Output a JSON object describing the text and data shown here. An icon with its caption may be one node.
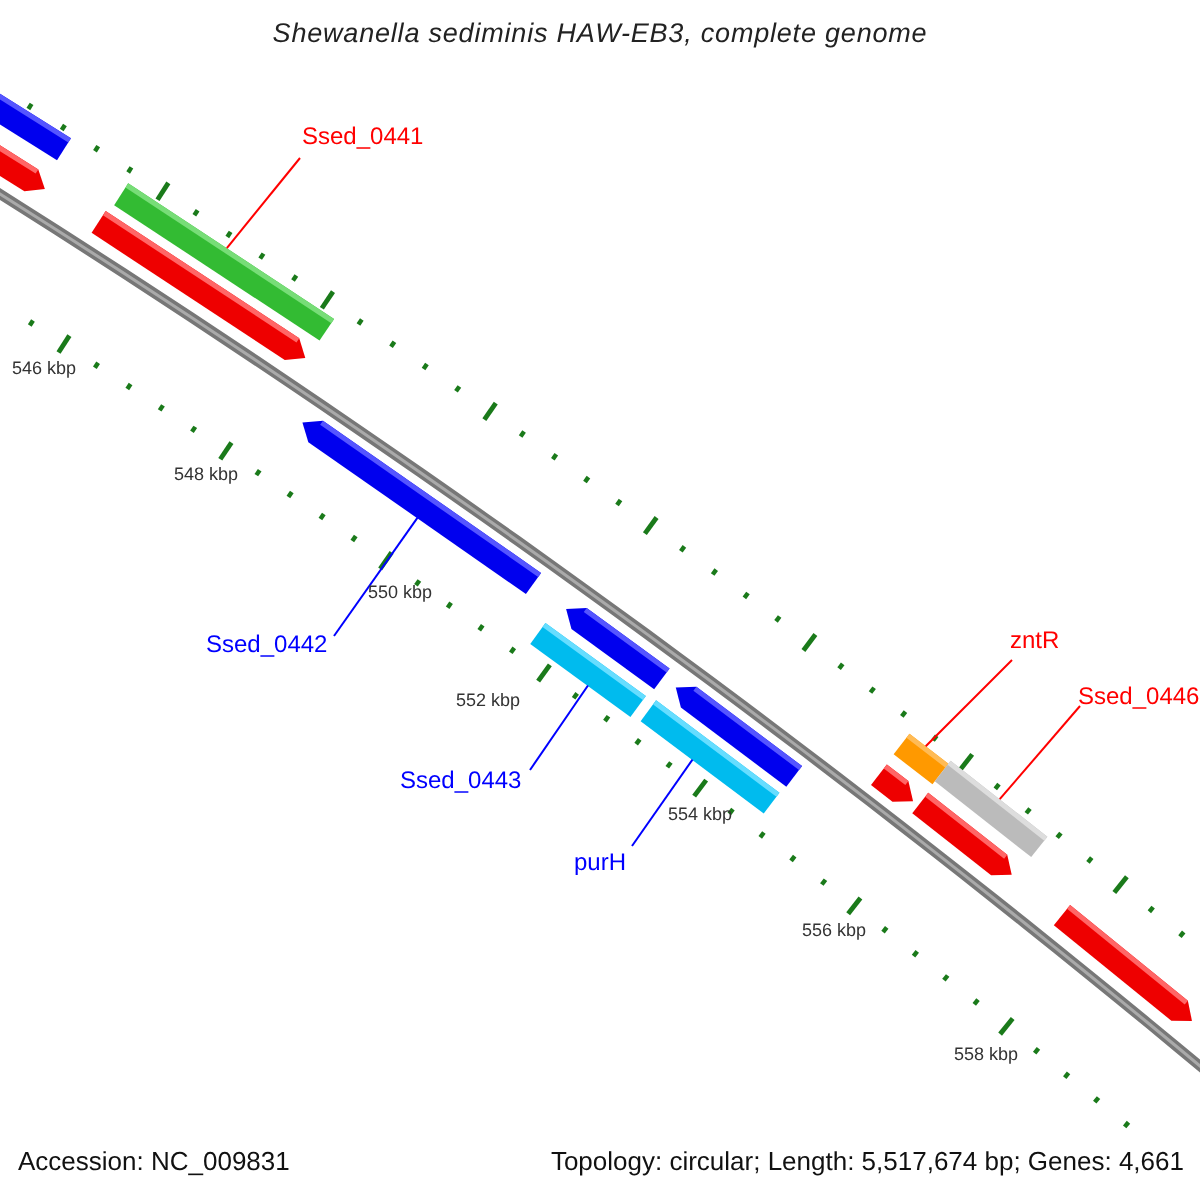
{
  "diagram": {
    "title": "Shewanella sediminis HAW-EB3, complete genome",
    "nodes": [
      {
        "text": [
          "Ssed_0441"
        ]
      },
      {
        "text": [
          "Ssed_0442"
        ]
      },
      {
        "text": [
          "Ssed_0443"
        ]
      },
      {
        "text": [
          "purH"
        ]
      },
      {
        "text": [
          "zntR"
        ]
      },
      {
        "text": [
          "Ssed_0446"
        ]
      },
      {
        "text": [],
        "shape": "arrow"
      },
      {
        "text": [],
        "shape": "arrow"
      },
      {
        "text": [],
        "shape": "bar"
      },
      {
        "text": [],
        "shape": "arrow"
      },
      {
        "text": [],
        "shape": "arrow"
      },
      {
        "text": [],
        "shape": "bar"
      },
      {
        "text": [],
        "shape": "arrow"
      },
      {
        "text": [],
        "shape": "bar"
      },
      {
        "text": [],
        "shape": "arrow"
      },
      {
        "text": [],
        "shape": "bar"
      },
      {
        "text": [],
        "shape": "arrow"
      },
      {
        "text": [],
        "shape": "bar"
      },
      {
        "text": [],
        "shape": "arrow"
      },
      {
        "text": [],
        "shape": "arrow"
      }
    ],
    "edges": [
      {
        "from": 0,
        "to": 8,
        "arrow": "none",
        "color": "#ff0000"
      },
      {
        "from": 1,
        "to": 10,
        "arrow": "none",
        "color": "#0000ff"
      },
      {
        "from": 2,
        "to": 11,
        "arrow": "none",
        "color": "#0000ff"
      },
      {
        "from": 3,
        "to": 13,
        "arrow": "none",
        "color": "#0000ff"
      },
      {
        "from": 4,
        "to": 15,
        "arrow": "none",
        "color": "#ff0000"
      },
      {
        "from": 5,
        "to": 17,
        "arrow": "none",
        "color": "#ff0000"
      }
    ],
    "labels": [
      "546 kbp",
      "548 kbp",
      "550 kbp",
      "552 kbp",
      "554 kbp",
      "556 kbp",
      "558 kbp",
      "Accession: NC_009831",
      "Topology: circular; Length: 5,517,674 bp; Genes: 4,661"
    ]
  }
}
